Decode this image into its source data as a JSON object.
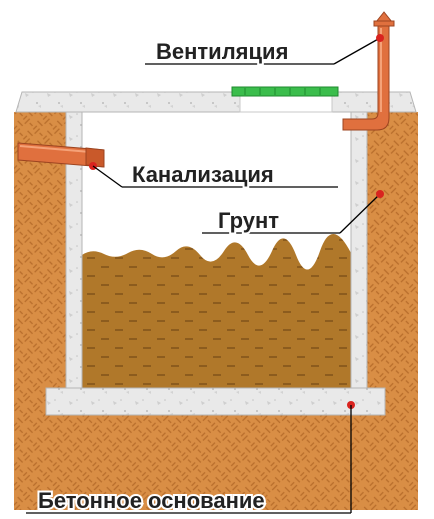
{
  "labels": {
    "ventilation": "Вентиляция",
    "sewer": "Канализация",
    "soil": "Грунт",
    "base": "Бетонное основание"
  },
  "colors": {
    "soil": "#d98e45",
    "soil_hatch": "#b86e2c",
    "concrete": "#e9e9e9",
    "concrete_edge": "#b5b5b5",
    "sludge": "#b0782a",
    "sludge_dash": "#6e4414",
    "pipe": "#e0703e",
    "pipe_edge": "#9c4420",
    "hatch_cover": "#3bbd4c",
    "leader": "#000000",
    "dot": "#d9231f",
    "text": "#222222"
  },
  "icons": {
    "ventilation_pipe": "vent-pipe-icon",
    "sewer_pipe": "sewer-pipe-icon",
    "cover": "manhole-cover-icon"
  }
}
